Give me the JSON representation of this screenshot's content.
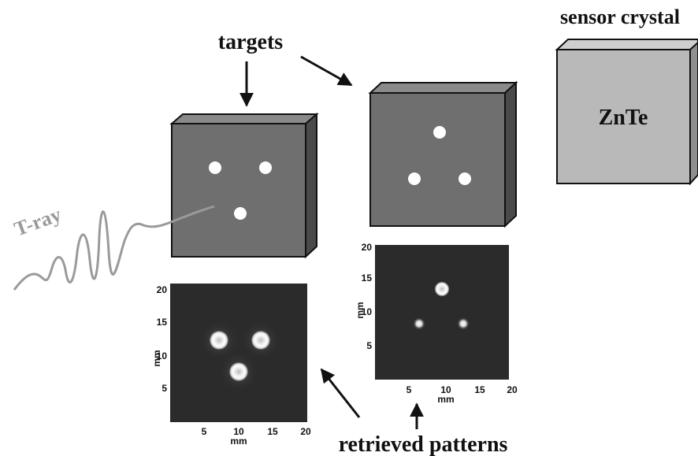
{
  "labels": {
    "targets": "targets",
    "sensor_crystal": "sensor crystal",
    "crystal_material": "ZnTe",
    "t_ray": "T-ray",
    "retrieved_patterns": "retrieved patterns"
  },
  "plots": [
    {
      "ylabel": "mm",
      "xlabel": "mm",
      "x_ticks": [
        "5",
        "10",
        "15",
        "20"
      ],
      "y_ticks": [
        "5",
        "10",
        "15",
        "20"
      ]
    },
    {
      "ylabel": "mm",
      "xlabel": "mm",
      "x_ticks": [
        "5",
        "10",
        "15",
        "20"
      ],
      "y_ticks": [
        "5",
        "10",
        "15",
        "20"
      ]
    }
  ],
  "colors": {
    "target_face": "#6f6f6f",
    "target_side": "#4a4a4a",
    "crystal_face": "#b9b9b9",
    "crystal_side": "#8f8f8f",
    "plot_bg": "#2b2b2b",
    "wave": "#9a9a9a"
  }
}
